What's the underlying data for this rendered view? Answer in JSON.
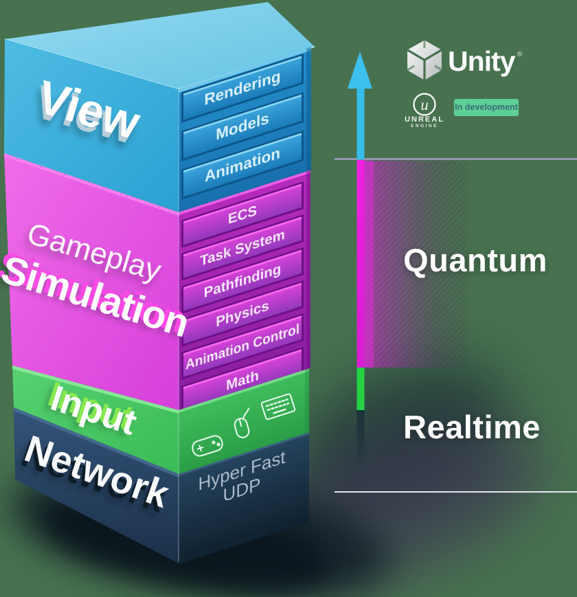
{
  "canvas": {
    "background_color": "#47714f"
  },
  "tower": {
    "layers": [
      {
        "name": "View",
        "accent": "#35b5e2",
        "modules": [
          "Rendering",
          "Models",
          "Animation"
        ]
      },
      {
        "name_top": "Gameplay",
        "name": "Simulation",
        "accent": "#e34fe0",
        "modules": [
          "ECS",
          "Task System",
          "Pathfinding",
          "Physics",
          "Animation Control",
          "Math"
        ]
      },
      {
        "name": "Input",
        "accent": "#44c25e",
        "module_icons": [
          "gamepad-icon",
          "mouse-icon",
          "keyboard-icon"
        ]
      },
      {
        "name": "Network",
        "accent": "#2c4a66",
        "module_line1": "Hyper Fast",
        "module_line2": "UDP"
      }
    ]
  },
  "axis": {
    "upper_band_label": "Quantum",
    "lower_band_label": "Realtime",
    "arrow_head_color": "#3cc0ee",
    "arrow_upper_color": "#35bdec",
    "arrow_middle_color": "#e91ede",
    "arrow_lower_color": "#25d243",
    "divider_top_color": "#b7a3dc",
    "divider_bottom_color": "#eef0f8"
  },
  "integrations": {
    "unity": {
      "label": "Unity",
      "trademark": "®"
    },
    "unreal": {
      "line1": "UNREAL",
      "line2": "ENGINE"
    },
    "badge": {
      "label": "In development",
      "bg": "#5ed096",
      "fg": "#3a6a78"
    }
  }
}
